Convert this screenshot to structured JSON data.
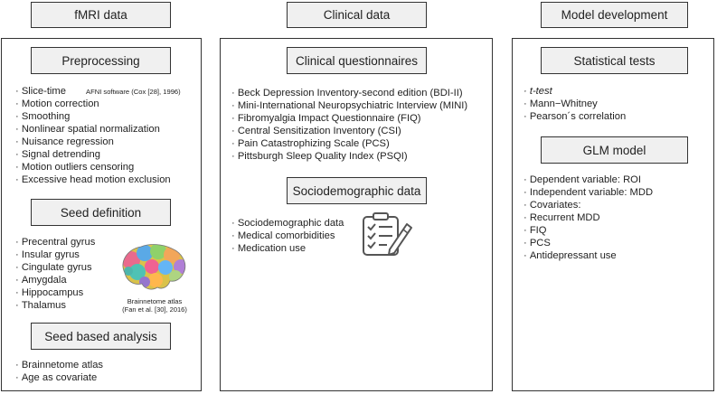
{
  "columns": {
    "fmri": {
      "header": "fMRI data"
    },
    "clinical": {
      "header": "Clinical data"
    },
    "model": {
      "header": "Model development"
    }
  },
  "fmri": {
    "preprocessing": {
      "title": "Preprocessing",
      "note": "AFNI software (Cox [28], 1996)",
      "items": [
        "Slice-time",
        "Motion correction",
        "Smoothing",
        "Nonlinear spatial normalization",
        "Nuisance regression",
        "Signal detrending",
        "Motion outliers censoring",
        "Excessive head motion exclusion"
      ]
    },
    "seed_definition": {
      "title": "Seed definition",
      "items": [
        "Precentral gyrus",
        "Insular gyrus",
        "Cingulate gyrus",
        "Amygdala",
        "Hippocampus",
        "Thalamus"
      ],
      "atlas_caption_1": "Brainnetome atlas",
      "atlas_caption_2": "(Fan et al. [30], 2016)",
      "brain_icon": "brain-atlas-icon"
    },
    "seed_analysis": {
      "title": "Seed based analysis",
      "items": [
        "Brainnetome atlas",
        "Age as covariate"
      ]
    }
  },
  "clinical": {
    "questionnaires": {
      "title": "Clinical questionnaires",
      "items": [
        "Beck Depression Inventory-second edition (BDI-II)",
        "Mini-International Neuropsychiatric Interview (MINI)",
        "Fibromyalgia Impact Questionnaire (FIQ)",
        "Central Sensitization Inventory (CSI)",
        "Pain Catastrophizing Scale (PCS)",
        "Pittsburgh Sleep Quality Index (PSQI)"
      ]
    },
    "sociodemographic": {
      "title": "Sociodemographic data",
      "items": [
        "Sociodemographic data",
        "Medical comorbidities",
        "Medication use"
      ],
      "icon": "checklist-icon"
    }
  },
  "model": {
    "statistical_tests": {
      "title": "Statistical tests",
      "items": [
        "t-test",
        "Mann−Whitney",
        "Pearson´s correlation"
      ]
    },
    "glm": {
      "title": "GLM model",
      "items": [
        "Dependent variable: ROI",
        "Independent variable: MDD",
        "Covariates:",
        "Recurrent MDD",
        "FIQ",
        "PCS",
        "Antidepressant use"
      ]
    }
  }
}
